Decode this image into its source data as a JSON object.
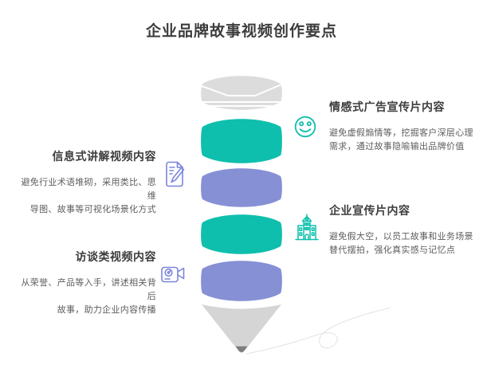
{
  "title": "企业品牌故事视频创作要点",
  "left_blocks": [
    {
      "title": "信息式讲解视频内容",
      "body": "避免行业术语堆砌，采用类比、思维\n导图、故事等可视化场景化方式",
      "icon": "document-edit-icon"
    },
    {
      "title": "访谈类视频内容",
      "body": "从荣誉、产品等入手，讲述相关背后\n故事，助力企业内容传播",
      "icon": "video-camera-icon"
    }
  ],
  "right_blocks": [
    {
      "title": "情感式广告宣传片内容",
      "body": "避免虚假煽情等，挖掘客户深层心理\n需求，通过故事隐喻输出品牌价值",
      "icon": "smiley-face-icon"
    },
    {
      "title": "企业宣传片内容",
      "body": "避免假大空，以员工故事和业务场景\n替代摆拍，强化真实感与记忆点",
      "icon": "building-icon"
    }
  ],
  "funnel": {
    "segment_colors_top_to_bottom": [
      "gray-lid",
      "teal",
      "purple",
      "teal",
      "purple",
      "gray-cone"
    ]
  },
  "colors": {
    "teal": "#0dbfac",
    "purple": "#8690d5",
    "lid_gray": "#dcdcdc",
    "cone_gray": "#d5d5d5",
    "cone_tip_gray": "#7d7d7d",
    "facet_line": "#ffffff",
    "swirl_gray": "#e3e3e3",
    "title_text": "#3d3d3d",
    "body_text": "#5d5d5d",
    "purple_icon": "#7b85dc",
    "teal_icon": "#0dbfac",
    "background": "#ffffff"
  }
}
